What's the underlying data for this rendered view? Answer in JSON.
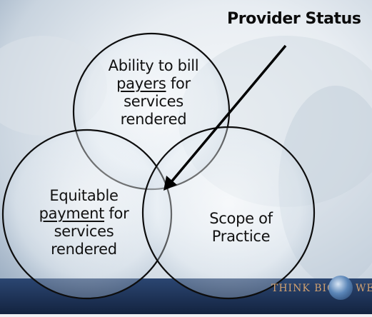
{
  "title": "Provider Status",
  "circles": [
    {
      "id": "top",
      "lines": [
        {
          "text": "Ability to bill"
        },
        {
          "text": "payers",
          "underline": true,
          "suffix": " for"
        },
        {
          "text": "services"
        },
        {
          "text": "rendered"
        }
      ]
    },
    {
      "id": "left",
      "lines": [
        {
          "text": "Equitable"
        },
        {
          "text": "payment",
          "underline": true,
          "suffix": " for"
        },
        {
          "text": "services"
        },
        {
          "text": "rendered"
        }
      ]
    },
    {
      "id": "right",
      "lines": [
        {
          "text": "Scope of"
        },
        {
          "text": "Practice"
        }
      ]
    }
  ],
  "logo": {
    "text_left": "THINK BIG",
    "text_right": "WE"
  },
  "colors": {
    "circle_stroke": "#0d0d0d",
    "bottom_band": "#1b2f52",
    "arrow": "#000000"
  }
}
